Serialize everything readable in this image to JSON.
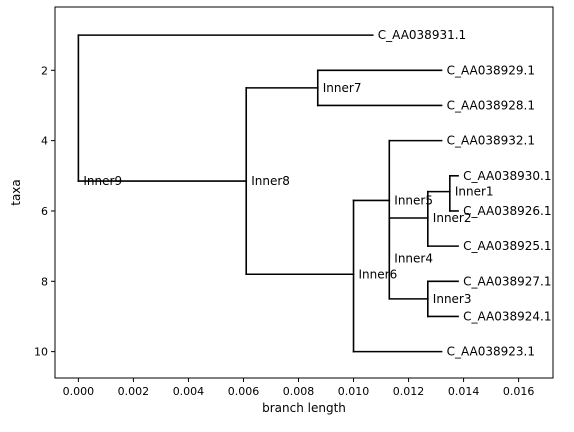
{
  "chart_data": {
    "type": "tree",
    "xlabel": "branch length",
    "ylabel": "taxa",
    "xlim": [
      -0.00085,
      0.01725
    ],
    "ylim": [
      0.2,
      10.75
    ],
    "y_inverted": true,
    "grid": false,
    "xticks": [
      0.0,
      0.002,
      0.004,
      0.006,
      0.008,
      0.01,
      0.012,
      0.014,
      0.016
    ],
    "xtick_labels": [
      "0.000",
      "0.002",
      "0.004",
      "0.006",
      "0.008",
      "0.010",
      "0.012",
      "0.014",
      "0.016"
    ],
    "yticks": [
      2,
      4,
      6,
      8,
      10
    ],
    "ytick_labels": [
      "2",
      "4",
      "6",
      "8",
      "10"
    ],
    "nodes": [
      {
        "id": "root",
        "label": "",
        "x": 0.0,
        "y": 1.0
      },
      {
        "id": "C_AA038931.1",
        "label": "C_AA038931.1",
        "x": 0.0107,
        "y": 1.0,
        "parent": "root"
      },
      {
        "id": "Inner9",
        "label": "Inner9",
        "x": 0.0,
        "y": 5.15,
        "parent": "root"
      },
      {
        "id": "Inner8",
        "label": "Inner8",
        "x": 0.0061,
        "y": 5.15,
        "parent": "Inner9"
      },
      {
        "id": "Inner7",
        "label": "Inner7",
        "x": 0.0087,
        "y": 2.5,
        "parent": "Inner8"
      },
      {
        "id": "C_AA038929.1",
        "label": "C_AA038929.1",
        "x": 0.0132,
        "y": 2.0,
        "parent": "Inner7"
      },
      {
        "id": "C_AA038928.1",
        "label": "C_AA038928.1",
        "x": 0.0132,
        "y": 3.0,
        "parent": "Inner7"
      },
      {
        "id": "Inner6",
        "label": "Inner6",
        "x": 0.01,
        "y": 7.8,
        "parent": "Inner8"
      },
      {
        "id": "Inner5",
        "label": "Inner5",
        "x": 0.0113,
        "y": 5.7,
        "parent": "Inner6"
      },
      {
        "id": "C_AA038932.1",
        "label": "C_AA038932.1",
        "x": 0.0132,
        "y": 4.0,
        "parent": "Inner5"
      },
      {
        "id": "Inner4",
        "label": "Inner4",
        "x": 0.0113,
        "y": 7.35,
        "parent": "Inner5"
      },
      {
        "id": "Inner2",
        "label": "Inner2",
        "x": 0.0127,
        "y": 6.2,
        "parent": "Inner4"
      },
      {
        "id": "Inner1",
        "label": "Inner1",
        "x": 0.0135,
        "y": 5.45,
        "parent": "Inner2"
      },
      {
        "id": "C_AA038930.1",
        "label": "C_AA038930.1",
        "x": 0.0138,
        "y": 5.0,
        "parent": "Inner1"
      },
      {
        "id": "C_AA038926.1",
        "label": "C_AA038926.1",
        "x": 0.0138,
        "y": 6.0,
        "parent": "Inner1"
      },
      {
        "id": "C_AA038925.1",
        "label": "C_AA038925.1",
        "x": 0.0138,
        "y": 7.0,
        "parent": "Inner2"
      },
      {
        "id": "Inner3",
        "label": "Inner3",
        "x": 0.0127,
        "y": 8.5,
        "parent": "Inner4"
      },
      {
        "id": "C_AA038927.1",
        "label": "C_AA038927.1",
        "x": 0.0138,
        "y": 8.0,
        "parent": "Inner3"
      },
      {
        "id": "C_AA038924.1",
        "label": "C_AA038924.1",
        "x": 0.0138,
        "y": 9.0,
        "parent": "Inner3"
      },
      {
        "id": "C_AA038923.1",
        "label": "C_AA038923.1",
        "x": 0.0132,
        "y": 10.0,
        "parent": "Inner6"
      }
    ]
  }
}
